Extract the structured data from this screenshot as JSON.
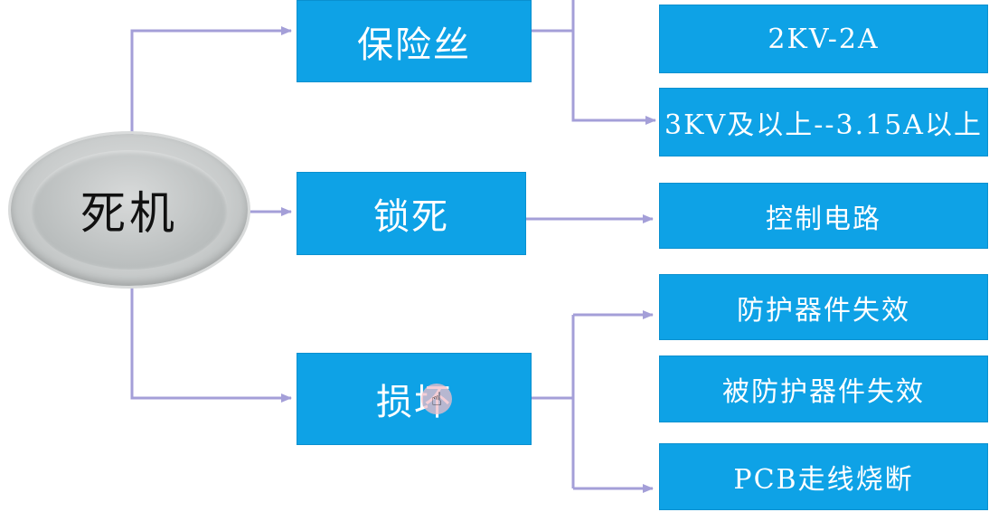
{
  "root": {
    "label": "死机"
  },
  "branches": [
    {
      "label": "保险丝",
      "children": [
        "2KV-2A",
        "3KV及以上--3.15A以上"
      ]
    },
    {
      "label": "锁死",
      "children": [
        "控制电路"
      ]
    },
    {
      "label": "损坏",
      "children": [
        "防护器件失效",
        "被防护器件失效",
        "PCB走线烧断"
      ]
    }
  ],
  "colors": {
    "box_fill": "#0ea2e6",
    "connector": "#a49fd8",
    "root_fill": "#c8cbcb"
  },
  "icons": {
    "cursor": "hand-pointer-icon"
  }
}
